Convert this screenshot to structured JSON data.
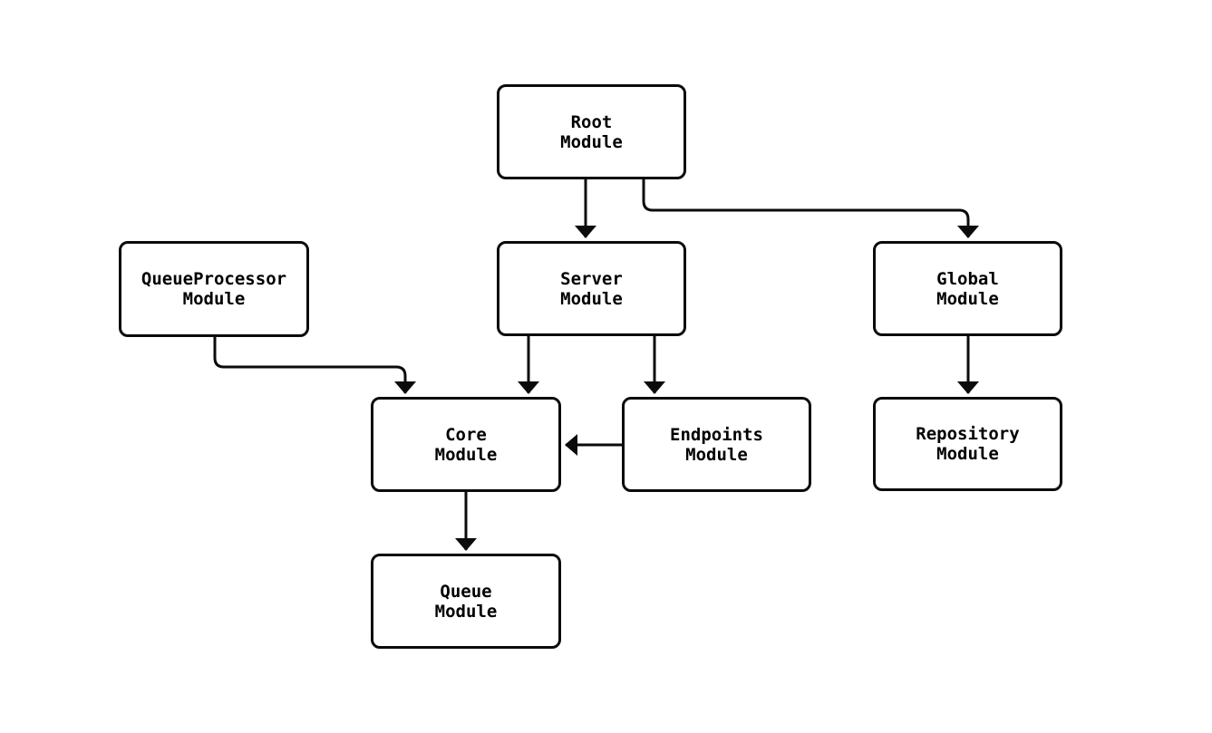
{
  "diagram": {
    "type": "flowchart",
    "direction": "top-down",
    "background": "#ffffff",
    "nodes": {
      "root": {
        "label": "Root\nModule"
      },
      "queueprocessor": {
        "label": "QueueProcessor\nModule"
      },
      "server": {
        "label": "Server\nModule"
      },
      "global": {
        "label": "Global\nModule"
      },
      "core": {
        "label": "Core\nModule"
      },
      "endpoints": {
        "label": "Endpoints\nModule"
      },
      "repository": {
        "label": "Repository\nModule"
      },
      "queue": {
        "label": "Queue\nModule"
      }
    },
    "edges": [
      {
        "from": "Root Module",
        "to": "Server Module"
      },
      {
        "from": "Root Module",
        "to": "Global Module"
      },
      {
        "from": "QueueProcessor Module",
        "to": "Core Module"
      },
      {
        "from": "Server Module",
        "to": "Core Module"
      },
      {
        "from": "Server Module",
        "to": "Endpoints Module"
      },
      {
        "from": "Endpoints Module",
        "to": "Core Module"
      },
      {
        "from": "Global Module",
        "to": "Repository Module"
      },
      {
        "from": "Core Module",
        "to": "Queue Module"
      }
    ],
    "colors": {
      "node_fill": "#ffffff",
      "node_border": "#0b0b0b",
      "edge_stroke": "#0b0b0b",
      "text": "#000000"
    }
  }
}
